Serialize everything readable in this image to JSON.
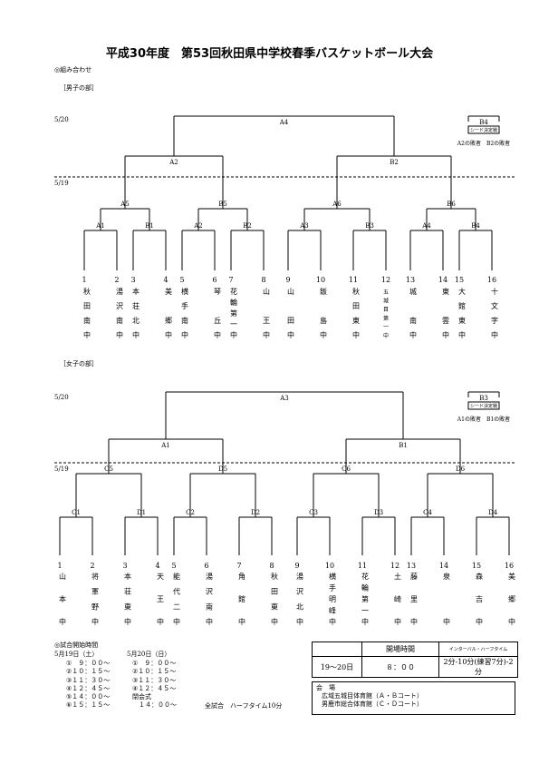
{
  "title": "平成30年度　第53回秋田県中学校春季バスケットボール大会",
  "section_label": "◎組み合わせ",
  "boys": {
    "label": "［男子の部］",
    "date_top": "5/20",
    "date_bottom": "5/19",
    "final": "A4",
    "semis": [
      "A2",
      "B2"
    ],
    "quarters": [
      "A5",
      "B5",
      "A6",
      "B6"
    ],
    "firsts": [
      "A1",
      "B1",
      "A2",
      "B2",
      "A3",
      "B3",
      "A4",
      "B4"
    ],
    "seed_box": "B4",
    "seed_note": "シード決定戦",
    "seed_caption": "A2の敗者　B2の敗者",
    "teams": [
      {
        "num": "1",
        "name": [
          "秋",
          "田",
          "南",
          "中"
        ]
      },
      {
        "num": "2",
        "name": [
          "湯",
          "沢",
          "南",
          "中"
        ]
      },
      {
        "num": "3",
        "name": [
          "本",
          "荘",
          "北",
          "中"
        ]
      },
      {
        "num": "4",
        "name": [
          "美",
          "",
          "郷",
          "中"
        ]
      },
      {
        "num": "5",
        "name": [
          "横",
          "手",
          "南",
          "中"
        ]
      },
      {
        "num": "6",
        "name": [
          "琴",
          "",
          "丘",
          "中"
        ]
      },
      {
        "num": "7",
        "name": [
          "花",
          "輪",
          "第",
          "一",
          "中"
        ]
      },
      {
        "num": "8",
        "name": [
          "山",
          "",
          "王",
          "中"
        ]
      },
      {
        "num": "9",
        "name": [
          "山",
          "",
          "田",
          "中"
        ]
      },
      {
        "num": "10",
        "name": [
          "飯",
          "",
          "島",
          "中"
        ]
      },
      {
        "num": "11",
        "name": [
          "秋",
          "田",
          "東",
          "中"
        ]
      },
      {
        "num": "12",
        "name": [
          "五",
          "城",
          "目",
          "第",
          "一",
          "中"
        ]
      },
      {
        "num": "13",
        "name": [
          "城",
          "",
          "南",
          "中"
        ]
      },
      {
        "num": "14",
        "name": [
          "東",
          "",
          "雲",
          "中"
        ]
      },
      {
        "num": "15",
        "name": [
          "大",
          "館",
          "東",
          "中"
        ]
      },
      {
        "num": "16",
        "name": [
          "十",
          "文",
          "字",
          "中"
        ]
      }
    ]
  },
  "girls": {
    "label": "［女子の部］",
    "date_top": "5/20",
    "date_bottom": "5/19",
    "final": "A3",
    "semis": [
      "A1",
      "B1"
    ],
    "quarters": [
      "C5",
      "D5",
      "C6",
      "D6"
    ],
    "firsts": [
      "C1",
      "D1",
      "C2",
      "D2",
      "C3",
      "D3",
      "C4",
      "D4"
    ],
    "seed_box": "B3",
    "seed_note": "シード決定戦",
    "seed_caption": "A1の敗者　B1の敗者",
    "teams": [
      {
        "num": "1",
        "name": [
          "山",
          "本",
          "中"
        ]
      },
      {
        "num": "2",
        "name": [
          "将",
          "軍",
          "野",
          "中"
        ]
      },
      {
        "num": "3",
        "name": [
          "本",
          "荘",
          "東",
          "中"
        ]
      },
      {
        "num": "4",
        "name": [
          "天",
          "王",
          "中"
        ]
      },
      {
        "num": "5",
        "name": [
          "能",
          "代",
          "二",
          "中"
        ]
      },
      {
        "num": "6",
        "name": [
          "湯",
          "沢",
          "南",
          "中"
        ]
      },
      {
        "num": "7",
        "name": [
          "角",
          "館",
          "中"
        ]
      },
      {
        "num": "8",
        "name": [
          "秋",
          "田",
          "東",
          "中"
        ]
      },
      {
        "num": "9",
        "name": [
          "湯",
          "沢",
          "北",
          "中"
        ]
      },
      {
        "num": "10",
        "name": [
          "横",
          "手",
          "明",
          "峰",
          "中"
        ]
      },
      {
        "num": "11",
        "name": [
          "花",
          "輪",
          "第",
          "一",
          "中"
        ]
      },
      {
        "num": "12",
        "name": [
          "土",
          "崎",
          "中"
        ]
      },
      {
        "num": "13",
        "name": [
          "藤",
          "里",
          "中"
        ]
      },
      {
        "num": "14",
        "name": [
          "泉",
          "",
          "中"
        ]
      },
      {
        "num": "15",
        "name": [
          "森",
          "吉",
          "中"
        ]
      },
      {
        "num": "16",
        "name": [
          "美",
          "郷",
          "中"
        ]
      }
    ]
  },
  "times": {
    "heading": "◎試合開始時間",
    "day1": {
      "label": "5月19日（土）",
      "slots": [
        "①　９：００～",
        "②１０：１５～",
        "③１１：３０～",
        "④１２：４５～",
        "⑤１４：００～",
        "⑥１５：１５～"
      ]
    },
    "day2": {
      "label": "5月20日（日）",
      "slots": [
        "①　９：００～",
        "②１０：１５～",
        "③１１：３０～",
        "④１２：４５～",
        "閉会式",
        "　１４：００～"
      ]
    },
    "note": "全試合　ハーフタイム10分"
  },
  "schedule": {
    "h1": "開場時間",
    "h2": "インターバル・ハーフタイム",
    "days": "19～20日",
    "open": "８：００",
    "interval": "2分-10分(練習7分)-2分"
  },
  "venue": {
    "label": "会　場",
    "lines": [
      "広域五城目体育館（Ａ・Ｂコート）",
      "男鹿市総合体育館（Ｃ・Ｄコート）"
    ]
  }
}
